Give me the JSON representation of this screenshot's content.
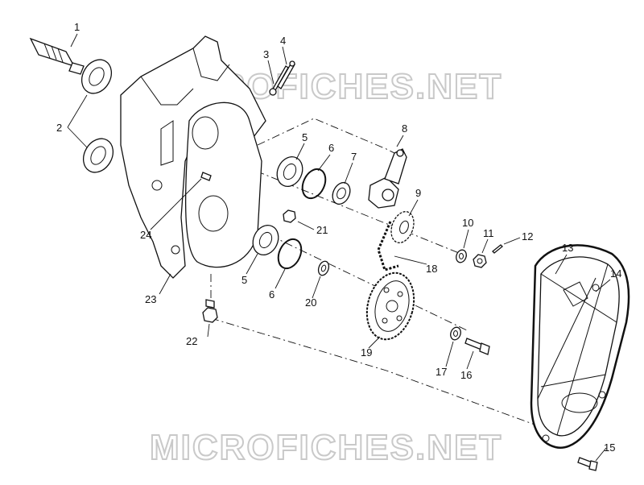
{
  "watermark": {
    "top": "MICROFICHES.NET",
    "bottom": "MICROFICHES.NET"
  },
  "callouts": [
    "1",
    "2",
    "3",
    "4",
    "5",
    "6",
    "7",
    "8",
    "9",
    "10",
    "11",
    "12",
    "13",
    "14",
    "15",
    "16",
    "17",
    "18",
    "19",
    "20",
    "21",
    "22",
    "23",
    "24",
    "5",
    "6"
  ]
}
